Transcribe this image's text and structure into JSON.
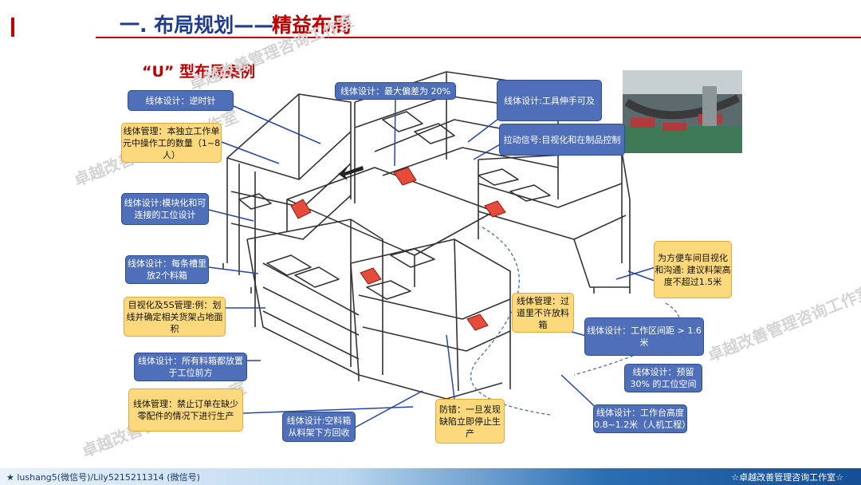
{
  "header": {
    "title_part1": "一. 布局规划——",
    "title_part2": "精益布局",
    "subtitle": "“U” 型布局案例"
  },
  "watermark": "卓越改善管理咨询工作室",
  "callouts": {
    "counter_clockwise": "线体设计：逆时针",
    "line_mgmt_workers": "线体管理：本独立工作单元中操作工的数量（1~8人）",
    "modular": "线体设计:模块化和可连接的工位设计",
    "two_bins": "线体设计：每条槽里放2个料箱",
    "visual_5s": "目视化及5S管理:例：划线并确定相关货架占地面积",
    "bins_front": "线体设计：所有料箱都放置于工位前方",
    "no_production": "线体管理：禁止订单在缺少零配件的情况下进行生产",
    "empty_bin_return": "线体设计:空料箱从料架下方回收",
    "error_proof": "防错：一旦发现缺陷立即停止生产",
    "max_deviation": "线体设计：最大偏差为 20%",
    "tool_reach": "线体设计:工具伸手可及",
    "pull_signal": "拉动信号:目视化和在制品控制",
    "shelf_height": "为方便车间目视化和沟通: 建议料架高度不超过1.5米",
    "aisle_no_bins": "线体管理：过道里不许放料箱",
    "work_spacing": "线体设计：工作区间距 > 1.6米",
    "reserve_space": "线体设计：预留30% 的工位空间",
    "bench_height": "线体设计：工作台高度0.8~1.2米（人机工程）"
  },
  "footer": {
    "left": "★ lushang5(微信号)/Lily5215211314 (微信号)",
    "right": "☆卓越改善管理咨询工作室☆"
  },
  "colors": {
    "red": "#c00000",
    "navy": "#1f3b8c",
    "callout_blue": "#4f6fb8",
    "callout_yellow": "#fbd97c",
    "leader": "#2846a8"
  },
  "icons": {
    "arrow": "flow-direction-arrow"
  }
}
